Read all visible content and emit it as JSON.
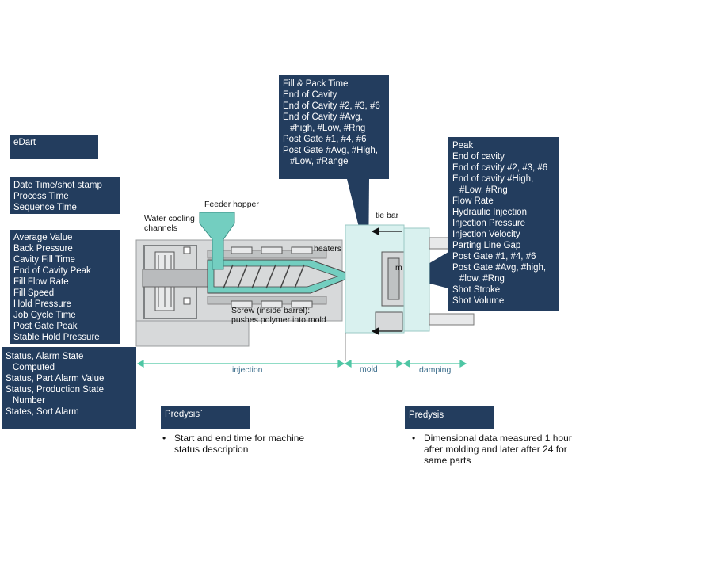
{
  "boxes": {
    "edart": "eDart",
    "time": [
      "Date Time/shot stamp",
      "Process Time",
      "Sequence Time"
    ],
    "values": [
      "Average Value",
      "Back Pressure",
      "Cavity Fill Time",
      "End of Cavity Peak",
      "Fill Flow Rate",
      "Fill Speed",
      "Hold Pressure",
      "Job Cycle Time",
      "Post Gate Peak",
      "Stable Hold Pressure"
    ],
    "status": [
      "Status, Alarm State",
      "Computed",
      "Status, Part Alarm Value",
      "Status, Production State",
      "Number",
      "States, Sort Alarm"
    ],
    "fillpack": [
      "Fill & Pack Time",
      "End of Cavity",
      "End of Cavity #2, #3, #6",
      "End of Cavity #Avg,",
      "#high, #Low, #Rng",
      "Post Gate #1, #4, #6",
      "Post Gate #Avg, #High,",
      "#Low, #Range"
    ],
    "peak": [
      "Peak",
      "End of cavity",
      "End of cavity #2, #3, #6",
      "End of cavity #High,",
      "#Low, #Rng",
      "Flow Rate",
      "Hydraulic Injection",
      "Injection Pressure",
      "Injection Velocity",
      "Parting Line Gap",
      "Post Gate #1, #4, #6",
      "Post Gate #Avg, #high,",
      "#low, #Rng",
      "Shot Stroke",
      "Shot Volume"
    ],
    "predysis1": "Predysis`",
    "predysis2": "Predysis"
  },
  "notes": {
    "predysis1": [
      "Start and end time for machine",
      "status description"
    ],
    "predysis2": [
      "Dimensional data measured 1 hour",
      "after molding and later after 24 for",
      "same parts"
    ],
    "bullet": "•"
  },
  "machine_labels": {
    "water_cooling": [
      "Water cooling",
      "channels"
    ],
    "feeder_hopper": "Feeder hopper",
    "tie_bar": "tie bar",
    "heaters": "heaters",
    "screw": [
      "Screw (inside barrel):",
      "pushes polymer into mold"
    ],
    "mold_m": "m",
    "injection": "injection",
    "mold": "mold",
    "damping": "damping"
  },
  "colors": {
    "box_fill": "#233d5e",
    "machine_gray": "#d7d9da",
    "polymer_teal": "#73cec0",
    "mold_tint": "#d9f1ef",
    "dimension_line": "#4ec6a4"
  }
}
